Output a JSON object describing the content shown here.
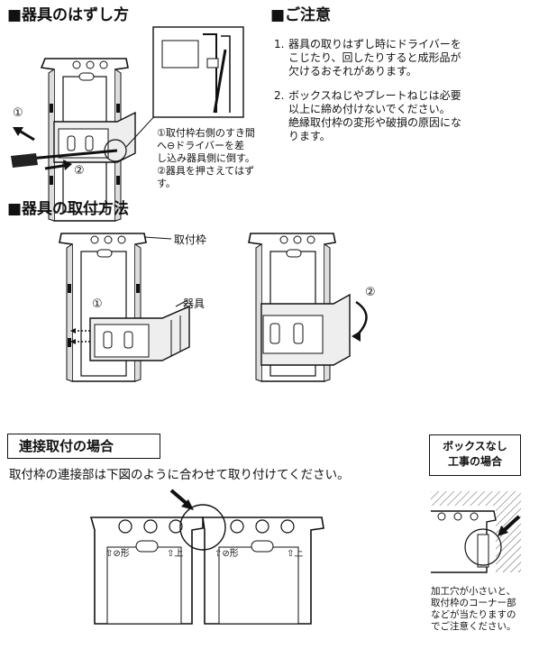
{
  "removal": {
    "title": "■器具のはずし方",
    "step1": "①",
    "step2": "②",
    "caption_line1": "①取付枠右側のすき間",
    "caption_line2": "へ⊖ドライバーを差",
    "caption_line3": "し込み器具側に倒す。",
    "caption_line4": "②器具を押さえてはず",
    "caption_line5": "す。"
  },
  "caution": {
    "title": "■ご注意",
    "item1_num": "1.",
    "item1_l1": "器具の取りはずし時にドライバーを",
    "item1_l2": "こじたり、回したりすると成形品が",
    "item1_l3": "欠けるおそれがあります。",
    "item2_num": "2.",
    "item2_l1": "ボックスねじやプレートねじは必要",
    "item2_l2": "以上に締め付けないでください。",
    "item2_l3": "絶縁取付枠の変形や破損の原因にな",
    "item2_l4": "ります。"
  },
  "install": {
    "title": "■器具の取付方法",
    "label_frame": "取付枠",
    "label_device": "器具",
    "step1": "①",
    "step2": "②"
  },
  "frame_marks": {
    "up": "上",
    "up_arrow": "⇧",
    "m1": "⊘形",
    "m2": "⊘形"
  },
  "linked": {
    "title": "連接取付の場合",
    "description": "取付枠の連接部は下図のように合わせて取り付けてください。"
  },
  "nobox": {
    "title_l1": "ボックスなし",
    "title_l2": "工事の場合",
    "note_l1": "加工穴が小さいと、",
    "note_l2": "取付枠のコーナー部",
    "note_l3": "などが当たりますの",
    "note_l4": "でご注意ください。"
  },
  "colors": {
    "ink": "#111111",
    "frame_fill": "#ffffff",
    "device_fill": "#eeeeee",
    "hatch": "#555555"
  }
}
